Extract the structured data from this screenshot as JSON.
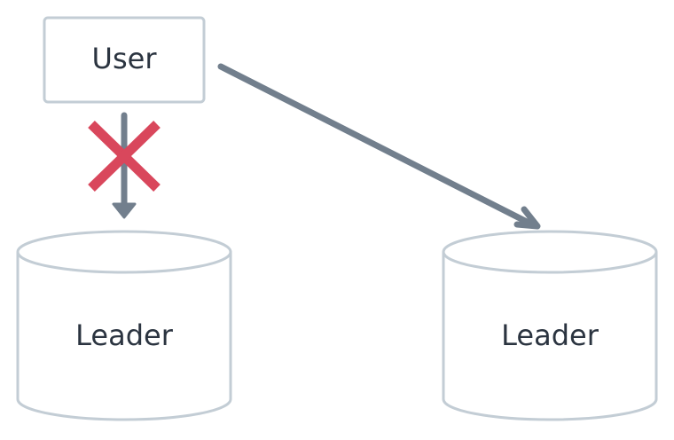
{
  "nodes": {
    "user": {
      "label": "User"
    },
    "leader_left": {
      "label": "Leader"
    },
    "leader_right": {
      "label": "Leader"
    }
  },
  "edges": [
    {
      "from": "user",
      "to": "leader_left",
      "blocked": true
    },
    {
      "from": "user",
      "to": "leader_right",
      "blocked": false
    }
  ],
  "colors": {
    "node_stroke": "#c3cdd5",
    "arrow": "#727f8d",
    "blocked_mark": "#d9475c",
    "text": "#2b3440"
  },
  "icons": {
    "blocked_mark": "cross-icon"
  }
}
